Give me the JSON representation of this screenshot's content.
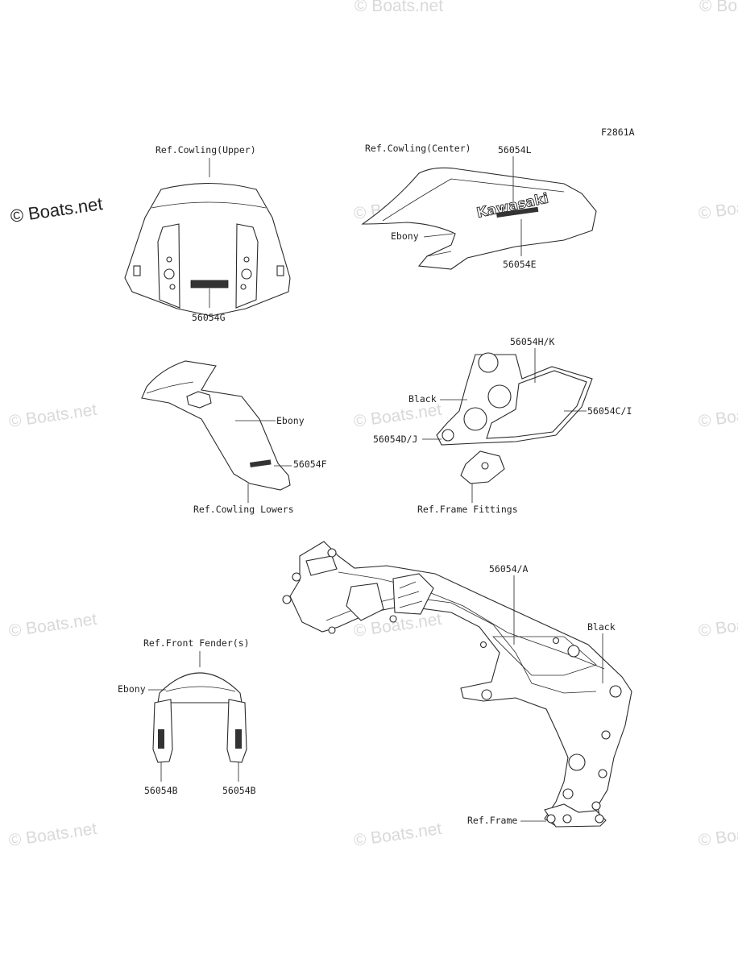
{
  "diagram_code": "F2861A",
  "watermark_main": "© Boats.net",
  "watermark": "© Boats.net",
  "logo_text": "Kawasaki",
  "labels": {
    "cowling_upper": "Ref.Cowling(Upper)",
    "p56054g": "56054G",
    "cowling_center": "Ref.Cowling(Center)",
    "p56054l": "56054L",
    "ebony_center": "Ebony",
    "p56054e": "56054E",
    "ebony_lower": "Ebony",
    "p56054f": "56054F",
    "cowling_lowers": "Ref.Cowling Lowers",
    "p56054hk": "56054H/K",
    "black_fittings": "Black",
    "p56054ci": "56054C/I",
    "p56054dj": "56054D/J",
    "frame_fittings": "Ref.Frame Fittings",
    "p56054a": "56054/A",
    "black_frame": "Black",
    "ref_frame": "Ref.Frame",
    "front_fender": "Ref.Front Fender(s)",
    "ebony_fender": "Ebony",
    "p56054b_left": "56054B",
    "p56054b_right": "56054B"
  }
}
